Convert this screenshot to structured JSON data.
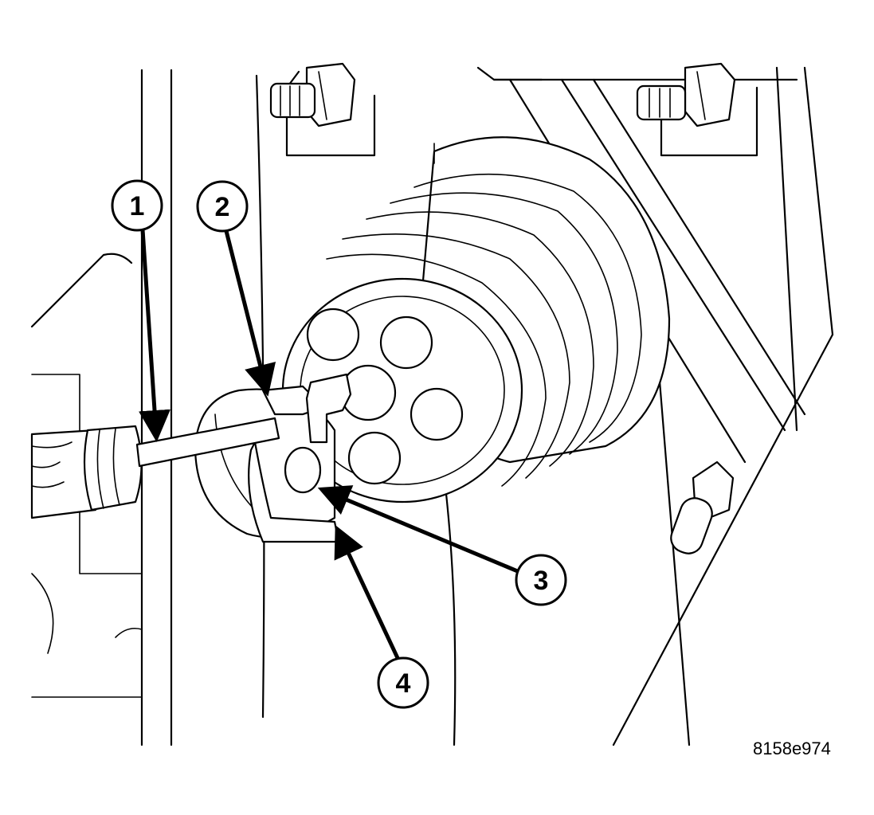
{
  "diagram": {
    "figure_id": "8158e974",
    "callouts": [
      {
        "label": "1"
      },
      {
        "label": "2"
      },
      {
        "label": "3"
      },
      {
        "label": "4"
      }
    ]
  }
}
